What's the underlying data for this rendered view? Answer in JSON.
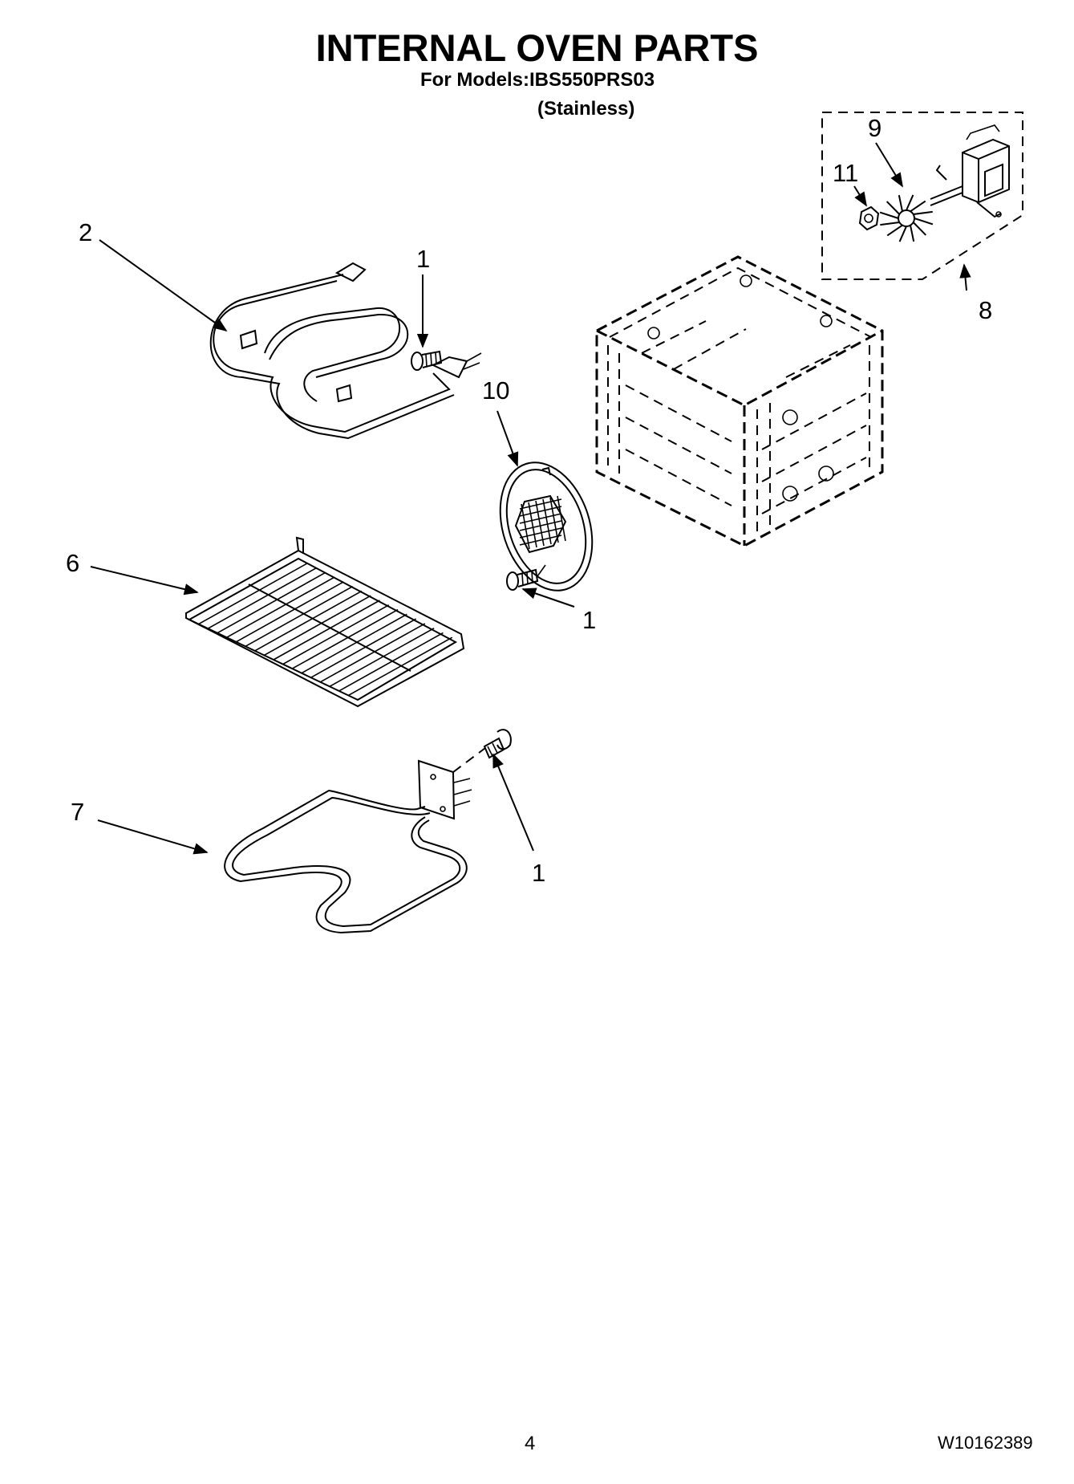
{
  "header": {
    "title": "INTERNAL OVEN PARTS",
    "models": "For Models:IBS550PRS03",
    "finish": "(Stainless)"
  },
  "callouts": {
    "c1a": "1",
    "c1b": "1",
    "c1c": "1",
    "c2": "2",
    "c6": "6",
    "c7": "7",
    "c8": "8",
    "c9": "9",
    "c10": "10",
    "c11": "11"
  },
  "footer": {
    "page": "4",
    "doc_number": "W10162389"
  }
}
